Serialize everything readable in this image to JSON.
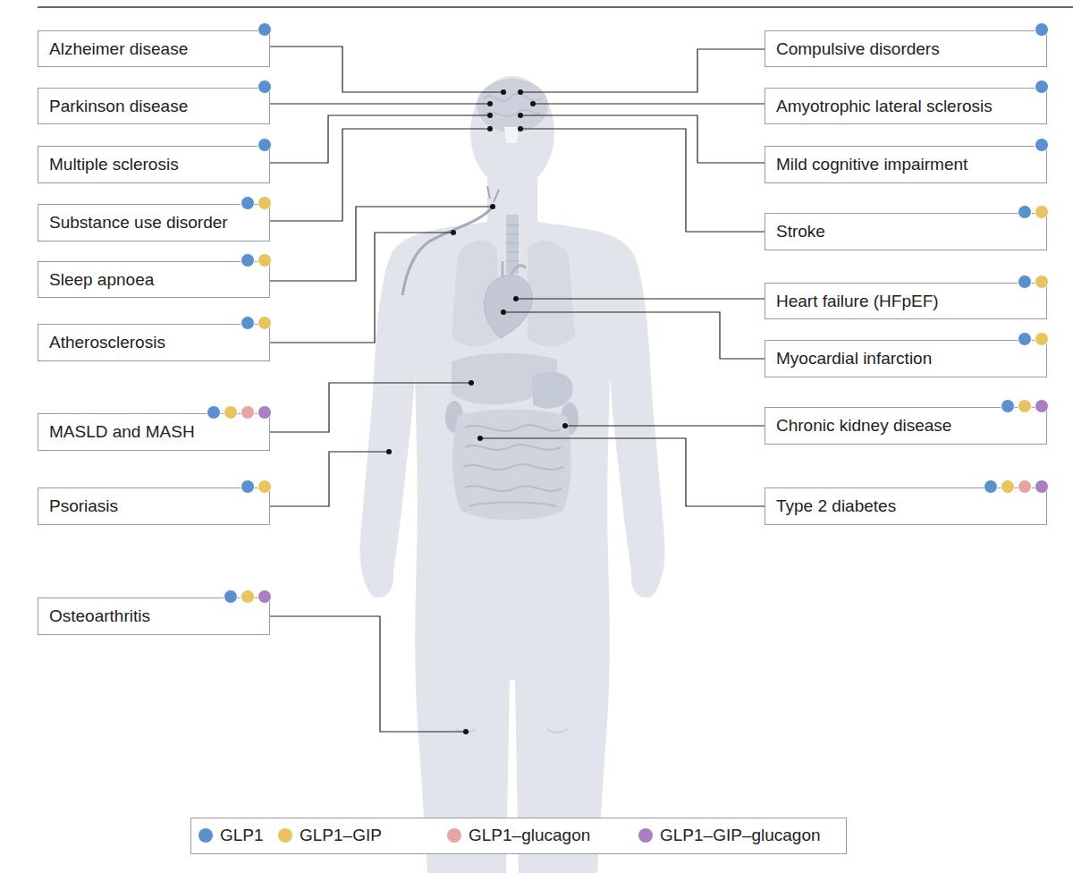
{
  "diagram": {
    "nodes": [
      {
        "text": [
          "Alzheimer disease"
        ]
      },
      {
        "text": [
          "Compulsive disorders"
        ]
      },
      {
        "text": [
          "Parkinson disease"
        ]
      },
      {
        "text": [
          "Amyotrophic lateral sclerosis"
        ]
      },
      {
        "text": [
          "Multiple sclerosis"
        ]
      },
      {
        "text": [
          "Mild cognitive impairment"
        ]
      },
      {
        "text": [
          "Substance use disorder"
        ]
      },
      {
        "text": [
          "Stroke"
        ]
      },
      {
        "text": [
          "Sleep apnoea"
        ]
      },
      {
        "text": [
          "Heart failure (HFpEF)"
        ]
      },
      {
        "text": [
          "Atherosclerosis"
        ]
      },
      {
        "text": [
          "Myocardial infarction"
        ]
      },
      {
        "text": [
          "MASLD and MASH"
        ]
      },
      {
        "text": [
          "Chronic kidney disease"
        ]
      },
      {
        "text": [
          "Psoriasis"
        ]
      },
      {
        "text": [
          "Type 2 diabetes"
        ]
      },
      {
        "text": [
          "Osteoarthritis"
        ]
      }
    ],
    "legend": [
      {
        "text": "GLP1",
        "color": "#5a8fd0"
      },
      {
        "text": "GLP1–GIP",
        "color": "#e8c45e"
      },
      {
        "text": "GLP1–glucagon",
        "color": "#e9a3a3"
      },
      {
        "text": "GLP1–GIP–glucagon",
        "color": "#a97fc3"
      }
    ]
  }
}
